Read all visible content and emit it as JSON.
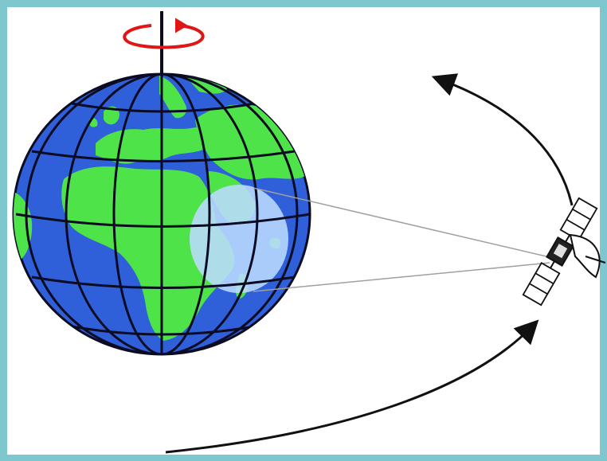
{
  "scene": {
    "subjects": [
      "earth-globe",
      "rotation-arrow",
      "coverage-area",
      "satellite",
      "orbit-path"
    ],
    "colors": {
      "ocean": "#2f5fd9",
      "land": "#4fe34a",
      "grid": "#0b0b22",
      "coverage": "#bcdcff",
      "rotation_arrow": "#e01515",
      "frame": "#7fc7cf",
      "orbit_arrow": "#111111"
    },
    "icons": [
      "rotation-arrow-icon",
      "satellite-icon",
      "orbit-arrow-icon"
    ]
  }
}
